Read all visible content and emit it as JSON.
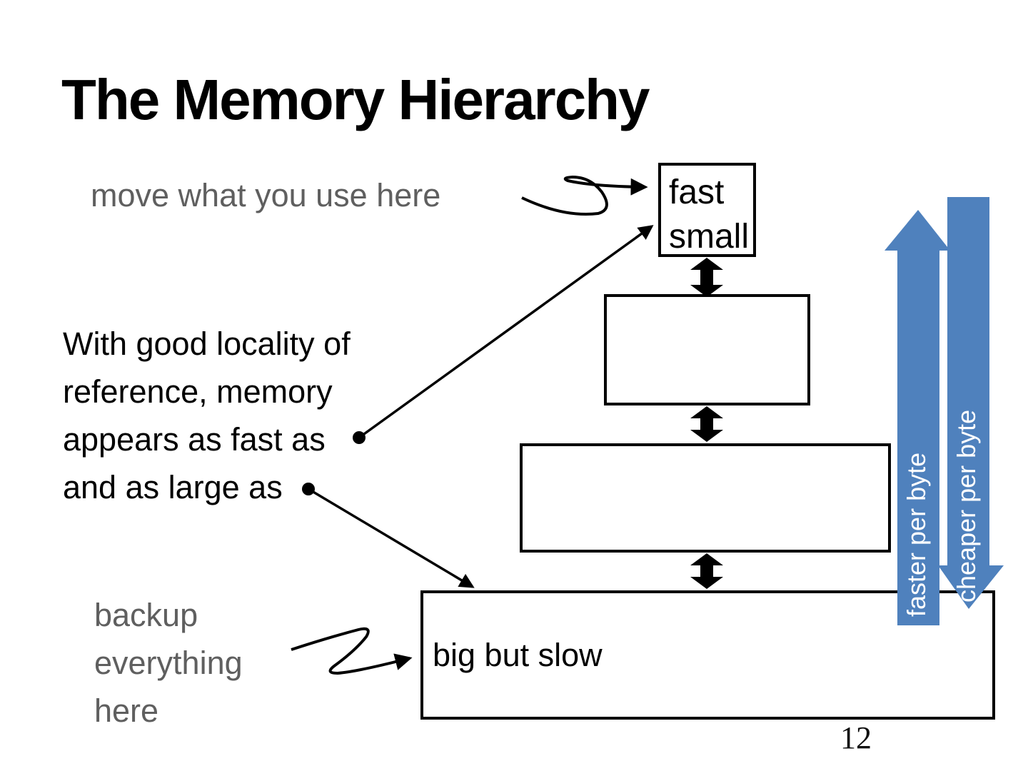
{
  "title": "The Memory Hierarchy",
  "page_number": "12",
  "colors": {
    "blue": "#4f81bd",
    "gray_text": "#5f5f5f",
    "black": "#000000"
  },
  "annotations": {
    "move_here": "move what you use here",
    "locality": {
      "line1": "With good locality of",
      "line2": "reference, memory",
      "line3": "appears as fast as",
      "line4": "and as large as"
    },
    "backup": {
      "line1": "backup",
      "line2": "everything",
      "line3": "here"
    }
  },
  "hierarchy": {
    "level1": {
      "line1": "fast",
      "line2": "small"
    },
    "level2": {
      "label": ""
    },
    "level3": {
      "label": ""
    },
    "level4": {
      "label": "big but slow"
    }
  },
  "side_arrows": {
    "up_label": "faster per byte",
    "down_label": "cheaper per byte"
  },
  "icons": {
    "level_connector": "double-headed-vertical-arrow",
    "up_arrow": "block-arrow-up",
    "down_arrow": "block-arrow-down",
    "pointer": "line-arrow-with-dot",
    "squiggle": "hand-drawn-s-curve-arrow"
  }
}
